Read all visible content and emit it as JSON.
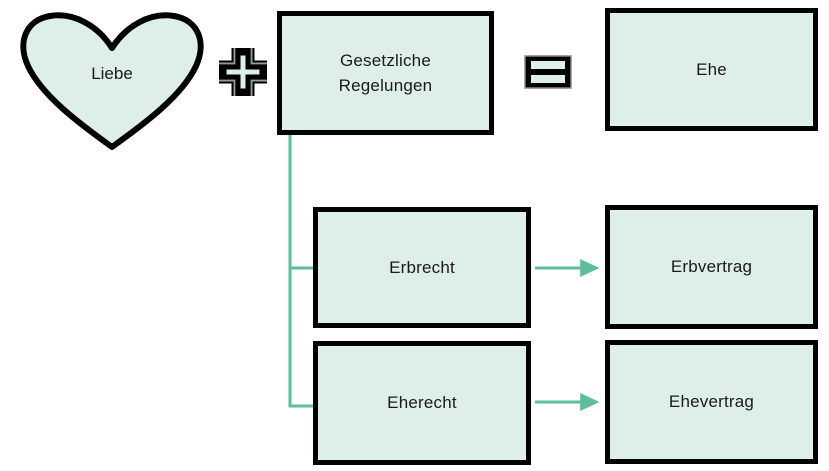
{
  "diagram": {
    "title": "Liebe plus Gesetzliche Regelungen gleich Ehe",
    "colors": {
      "node_fill": "#ddefe6",
      "node_border": "#000000",
      "connector": "#5cbf9a",
      "text": "#1a1a1a",
      "background": "#ffffff"
    },
    "nodes": {
      "heart": {
        "label": "Liebe",
        "shape": "heart"
      },
      "gesetzliche": {
        "label": "Gesetzliche\nRegelungen",
        "shape": "rectangle"
      },
      "ehe": {
        "label": "Ehe",
        "shape": "rectangle"
      },
      "erbrecht": {
        "label": "Erbrecht",
        "shape": "rectangle"
      },
      "eherecht": {
        "label": "Eherecht",
        "shape": "rectangle"
      },
      "erbvertrag": {
        "label": "Erbvertrag",
        "shape": "rectangle"
      },
      "ehevertrag": {
        "label": "Ehevertrag",
        "shape": "rectangle"
      }
    },
    "operators": {
      "plus": {
        "name": "plus-sign",
        "glyph": "+"
      },
      "equals": {
        "name": "equals-sign",
        "glyph": "="
      }
    },
    "connectors": [
      {
        "from": "gesetzliche",
        "to": "erbrecht",
        "style": "elbow",
        "arrow": false
      },
      {
        "from": "gesetzliche",
        "to": "eherecht",
        "style": "elbow",
        "arrow": false
      },
      {
        "from": "erbrecht",
        "to": "erbvertrag",
        "style": "straight",
        "arrow": true
      },
      {
        "from": "eherecht",
        "to": "ehevertrag",
        "style": "straight",
        "arrow": true
      }
    ]
  }
}
